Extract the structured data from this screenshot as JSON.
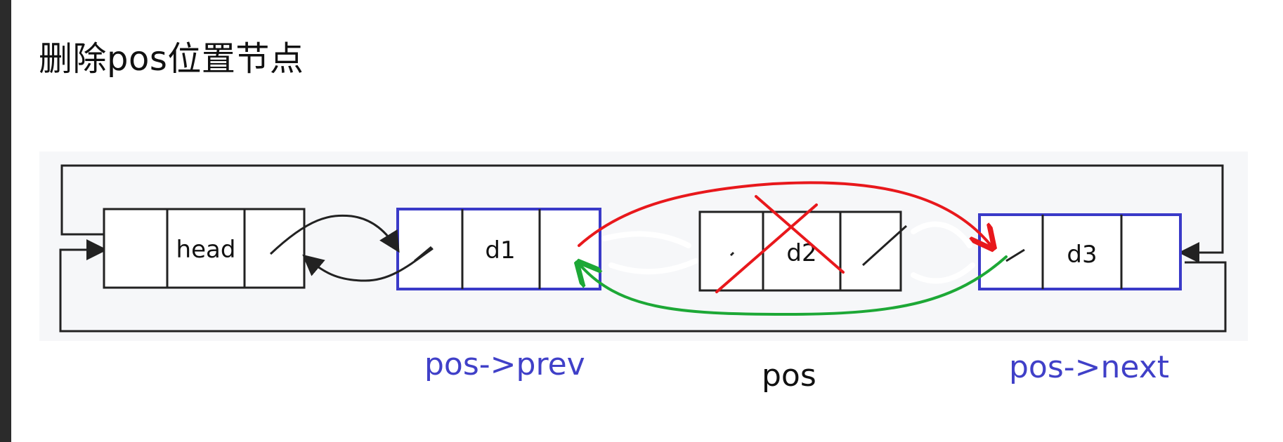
{
  "title": "删除pos位置节点",
  "nodes": [
    {
      "label": "head"
    },
    {
      "label": "d1"
    },
    {
      "label": "d2"
    },
    {
      "label": "d3"
    }
  ],
  "captions": {
    "prev": "pos->prev",
    "pos": "pos",
    "next": "pos->next"
  },
  "colors": {
    "node_border": "#222222",
    "highlight_border": "#3a3ac8",
    "new_next_link": "#e8181c",
    "new_prev_link": "#1da836",
    "caption_blue": "#4040c8"
  }
}
